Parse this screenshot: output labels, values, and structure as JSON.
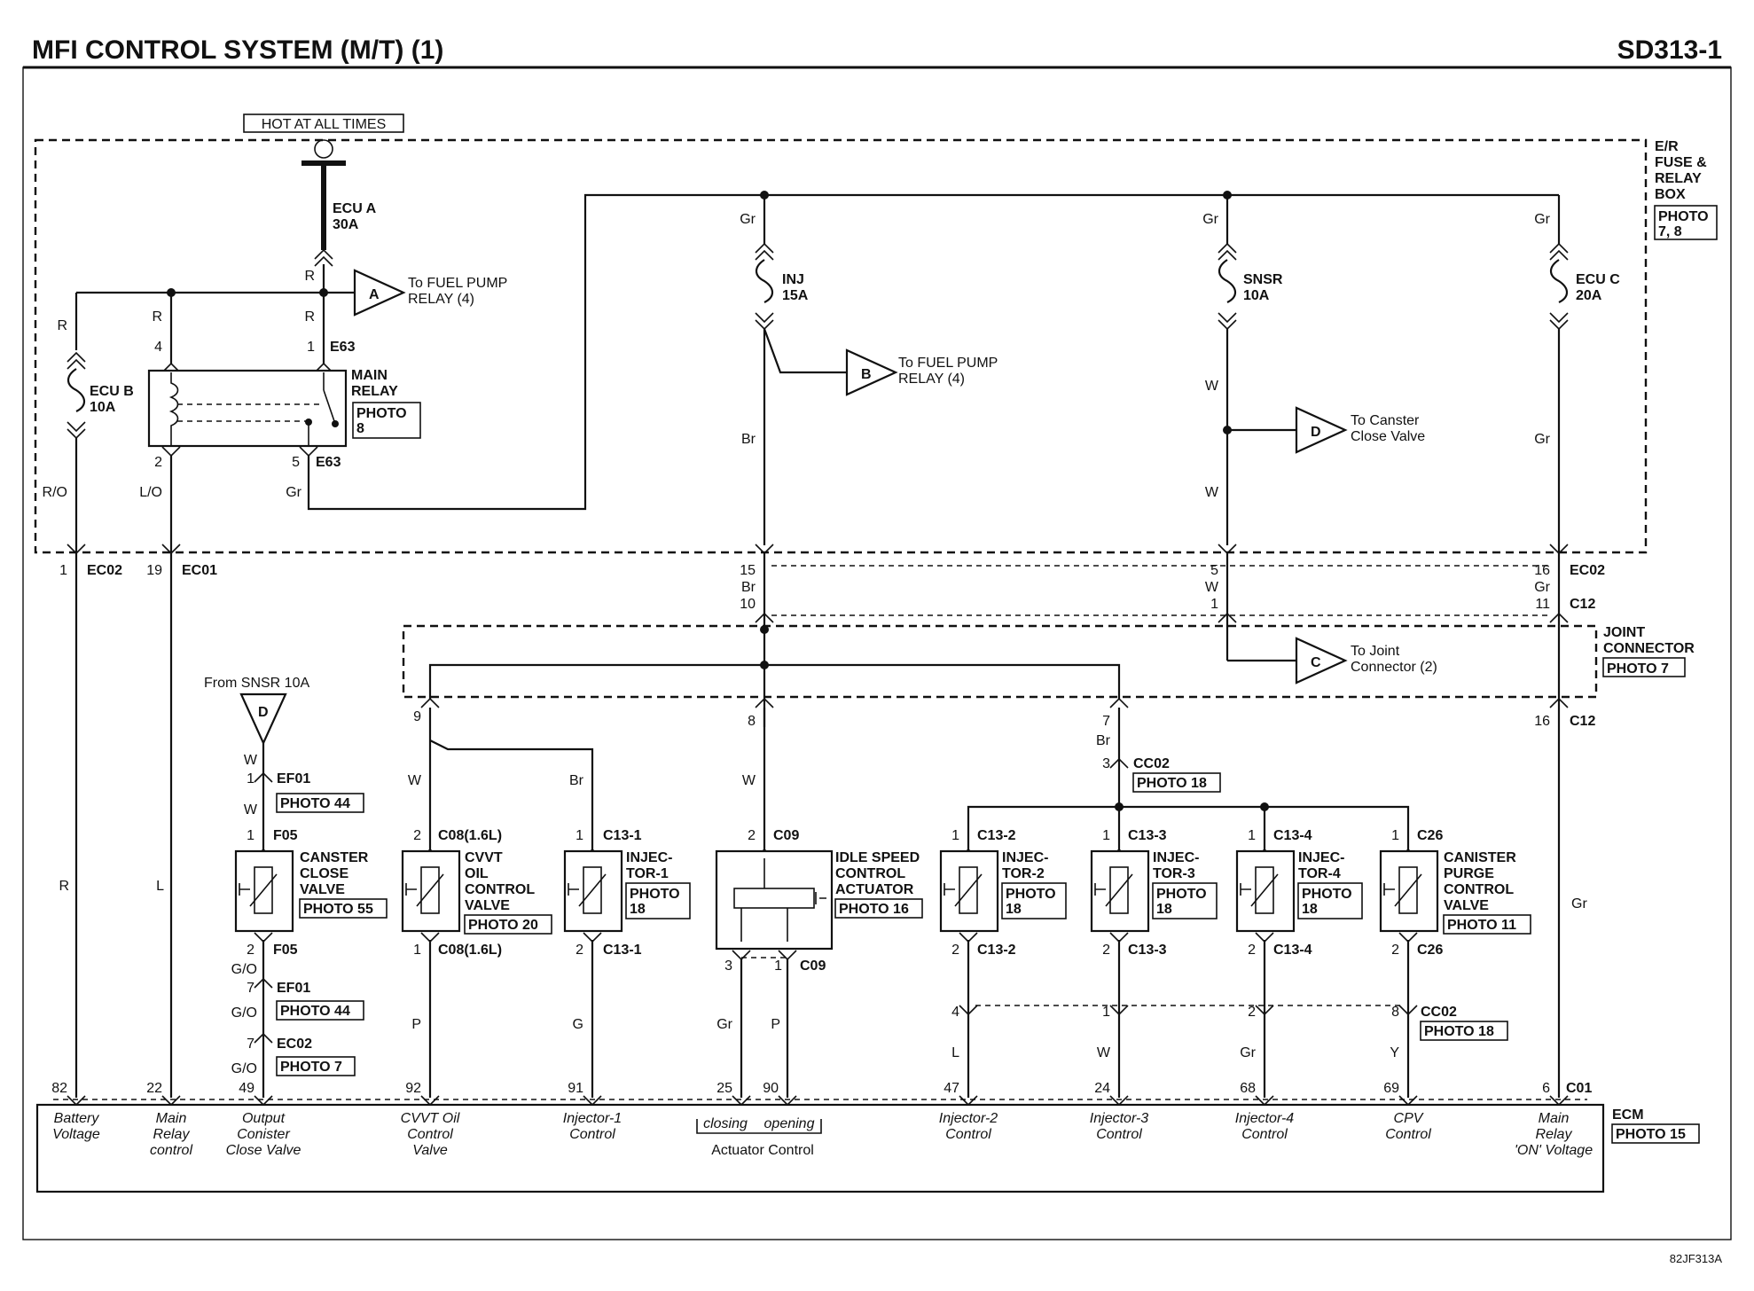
{
  "header": {
    "title": "MFI CONTROL SYSTEM (M/T) (1)",
    "page_code": "SD313-1"
  },
  "footer": {
    "ref": "82JF313A"
  },
  "power": {
    "hot_label": "HOT AT ALL TIMES"
  },
  "fuse_box": {
    "label": [
      "E/R",
      "FUSE &",
      "RELAY",
      "BOX"
    ],
    "photo": [
      "PHOTO",
      "7, 8"
    ]
  },
  "fuses": {
    "ecu_a": [
      "ECU A",
      "30A"
    ],
    "ecu_b": [
      "ECU B",
      "10A"
    ],
    "inj": [
      "INJ",
      "15A"
    ],
    "snsr": [
      "SNSR",
      "10A"
    ],
    "ecu_c": [
      "ECU C",
      "20A"
    ]
  },
  "main_relay": {
    "label": [
      "MAIN",
      "RELAY"
    ],
    "photo": [
      "PHOTO",
      "8"
    ],
    "conn_top": "E63",
    "conn_bot": "E63"
  },
  "references": {
    "a": {
      "letter": "A",
      "text": [
        "To FUEL PUMP",
        "RELAY (4)"
      ]
    },
    "b": {
      "letter": "B",
      "text": [
        "To FUEL PUMP",
        "RELAY (4)"
      ]
    },
    "c": {
      "letter": "C",
      "text": [
        "To Joint",
        "Connector (2)"
      ]
    },
    "d": {
      "letter": "D",
      "text": [
        "To Canster",
        "Close Valve"
      ]
    },
    "d_from": {
      "letter": "D",
      "text": "From SNSR 10A"
    }
  },
  "joint_connector": {
    "label": [
      "JOINT",
      "CONNECTOR"
    ],
    "photo": "PHOTO 7"
  },
  "connectors": {
    "ec02": "EC02",
    "ec01": "EC01",
    "c12": "C12",
    "ef01": "EF01",
    "f05": "F05",
    "c08": "C08(1.6L)",
    "c13_1": "C13-1",
    "c09": "C09",
    "cc02": "CC02",
    "c13_2": "C13-2",
    "c13_3": "C13-3",
    "c13_4": "C13-4",
    "c26": "C26",
    "c01": "C01"
  },
  "wire_colors": {
    "r": "R",
    "ro": "R/O",
    "lo": "L/O",
    "l": "L",
    "gr": "Gr",
    "br": "Br",
    "w": "W",
    "go": "G/O",
    "p": "P",
    "g": "G",
    "y": "Y"
  },
  "pins": {
    "p1": "1",
    "p2": "2",
    "p3": "3",
    "p4": "4",
    "p5": "5",
    "p6": "6",
    "p7": "7",
    "p8": "8",
    "p9": "9",
    "p10": "10",
    "p11": "11",
    "p15": "15",
    "p16": "16",
    "p19": "19",
    "p22": "22",
    "p24": "24",
    "p25": "25",
    "p47": "47",
    "p49": "49",
    "p68": "68",
    "p69": "69",
    "p82": "82",
    "p90": "90",
    "p91": "91",
    "p92": "92"
  },
  "components": {
    "canister_close_valve": {
      "label": [
        "CANSTER",
        "CLOSE",
        "VALVE"
      ],
      "photo": "PHOTO 55"
    },
    "cvvt_valve": {
      "label": [
        "CVVT",
        "OIL",
        "CONTROL",
        "VALVE"
      ],
      "photo": "PHOTO 20"
    },
    "injector_1": {
      "label": [
        "INJEC-",
        "TOR-1"
      ],
      "photo": [
        "PHOTO",
        "18"
      ]
    },
    "idle_speed": {
      "label": [
        "IDLE SPEED",
        "CONTROL",
        "ACTUATOR"
      ],
      "photo": "PHOTO 16"
    },
    "injector_2": {
      "label": [
        "INJEC-",
        "TOR-2"
      ],
      "photo": [
        "PHOTO",
        "18"
      ]
    },
    "injector_3": {
      "label": [
        "INJEC-",
        "TOR-3"
      ],
      "photo": [
        "PHOTO",
        "18"
      ]
    },
    "injector_4": {
      "label": [
        "INJEC-",
        "TOR-4"
      ],
      "photo": [
        "PHOTO",
        "18"
      ]
    },
    "canister_purge": {
      "label": [
        "CANISTER",
        "PURGE",
        "CONTROL",
        "VALVE"
      ],
      "photo": "PHOTO 11"
    }
  },
  "photos": {
    "photo44": "PHOTO 44",
    "photo7": "PHOTO 7",
    "photo18": "PHOTO 18"
  },
  "ecm": {
    "label": "ECM",
    "photo": "PHOTO 15",
    "terminals": {
      "battery": [
        "Battery",
        "Voltage"
      ],
      "main_relay_ctrl": [
        "Main",
        "Relay",
        "control"
      ],
      "output_canister": [
        "Output",
        "Conister",
        "Close Valve"
      ],
      "cvvt": [
        "CVVT Oil",
        "Control",
        "Valve"
      ],
      "inj1": [
        "Injector-1",
        "Control"
      ],
      "actuator": [
        "closing",
        "opening",
        "Actuator Control"
      ],
      "inj2": [
        "Injector-2",
        "Control"
      ],
      "inj3": [
        "Injector-3",
        "Control"
      ],
      "inj4": [
        "Injector-4",
        "Control"
      ],
      "cpv": [
        "CPV",
        "Control"
      ],
      "main_relay_on": [
        "Main",
        "Relay",
        "'ON' Voltage"
      ]
    }
  }
}
